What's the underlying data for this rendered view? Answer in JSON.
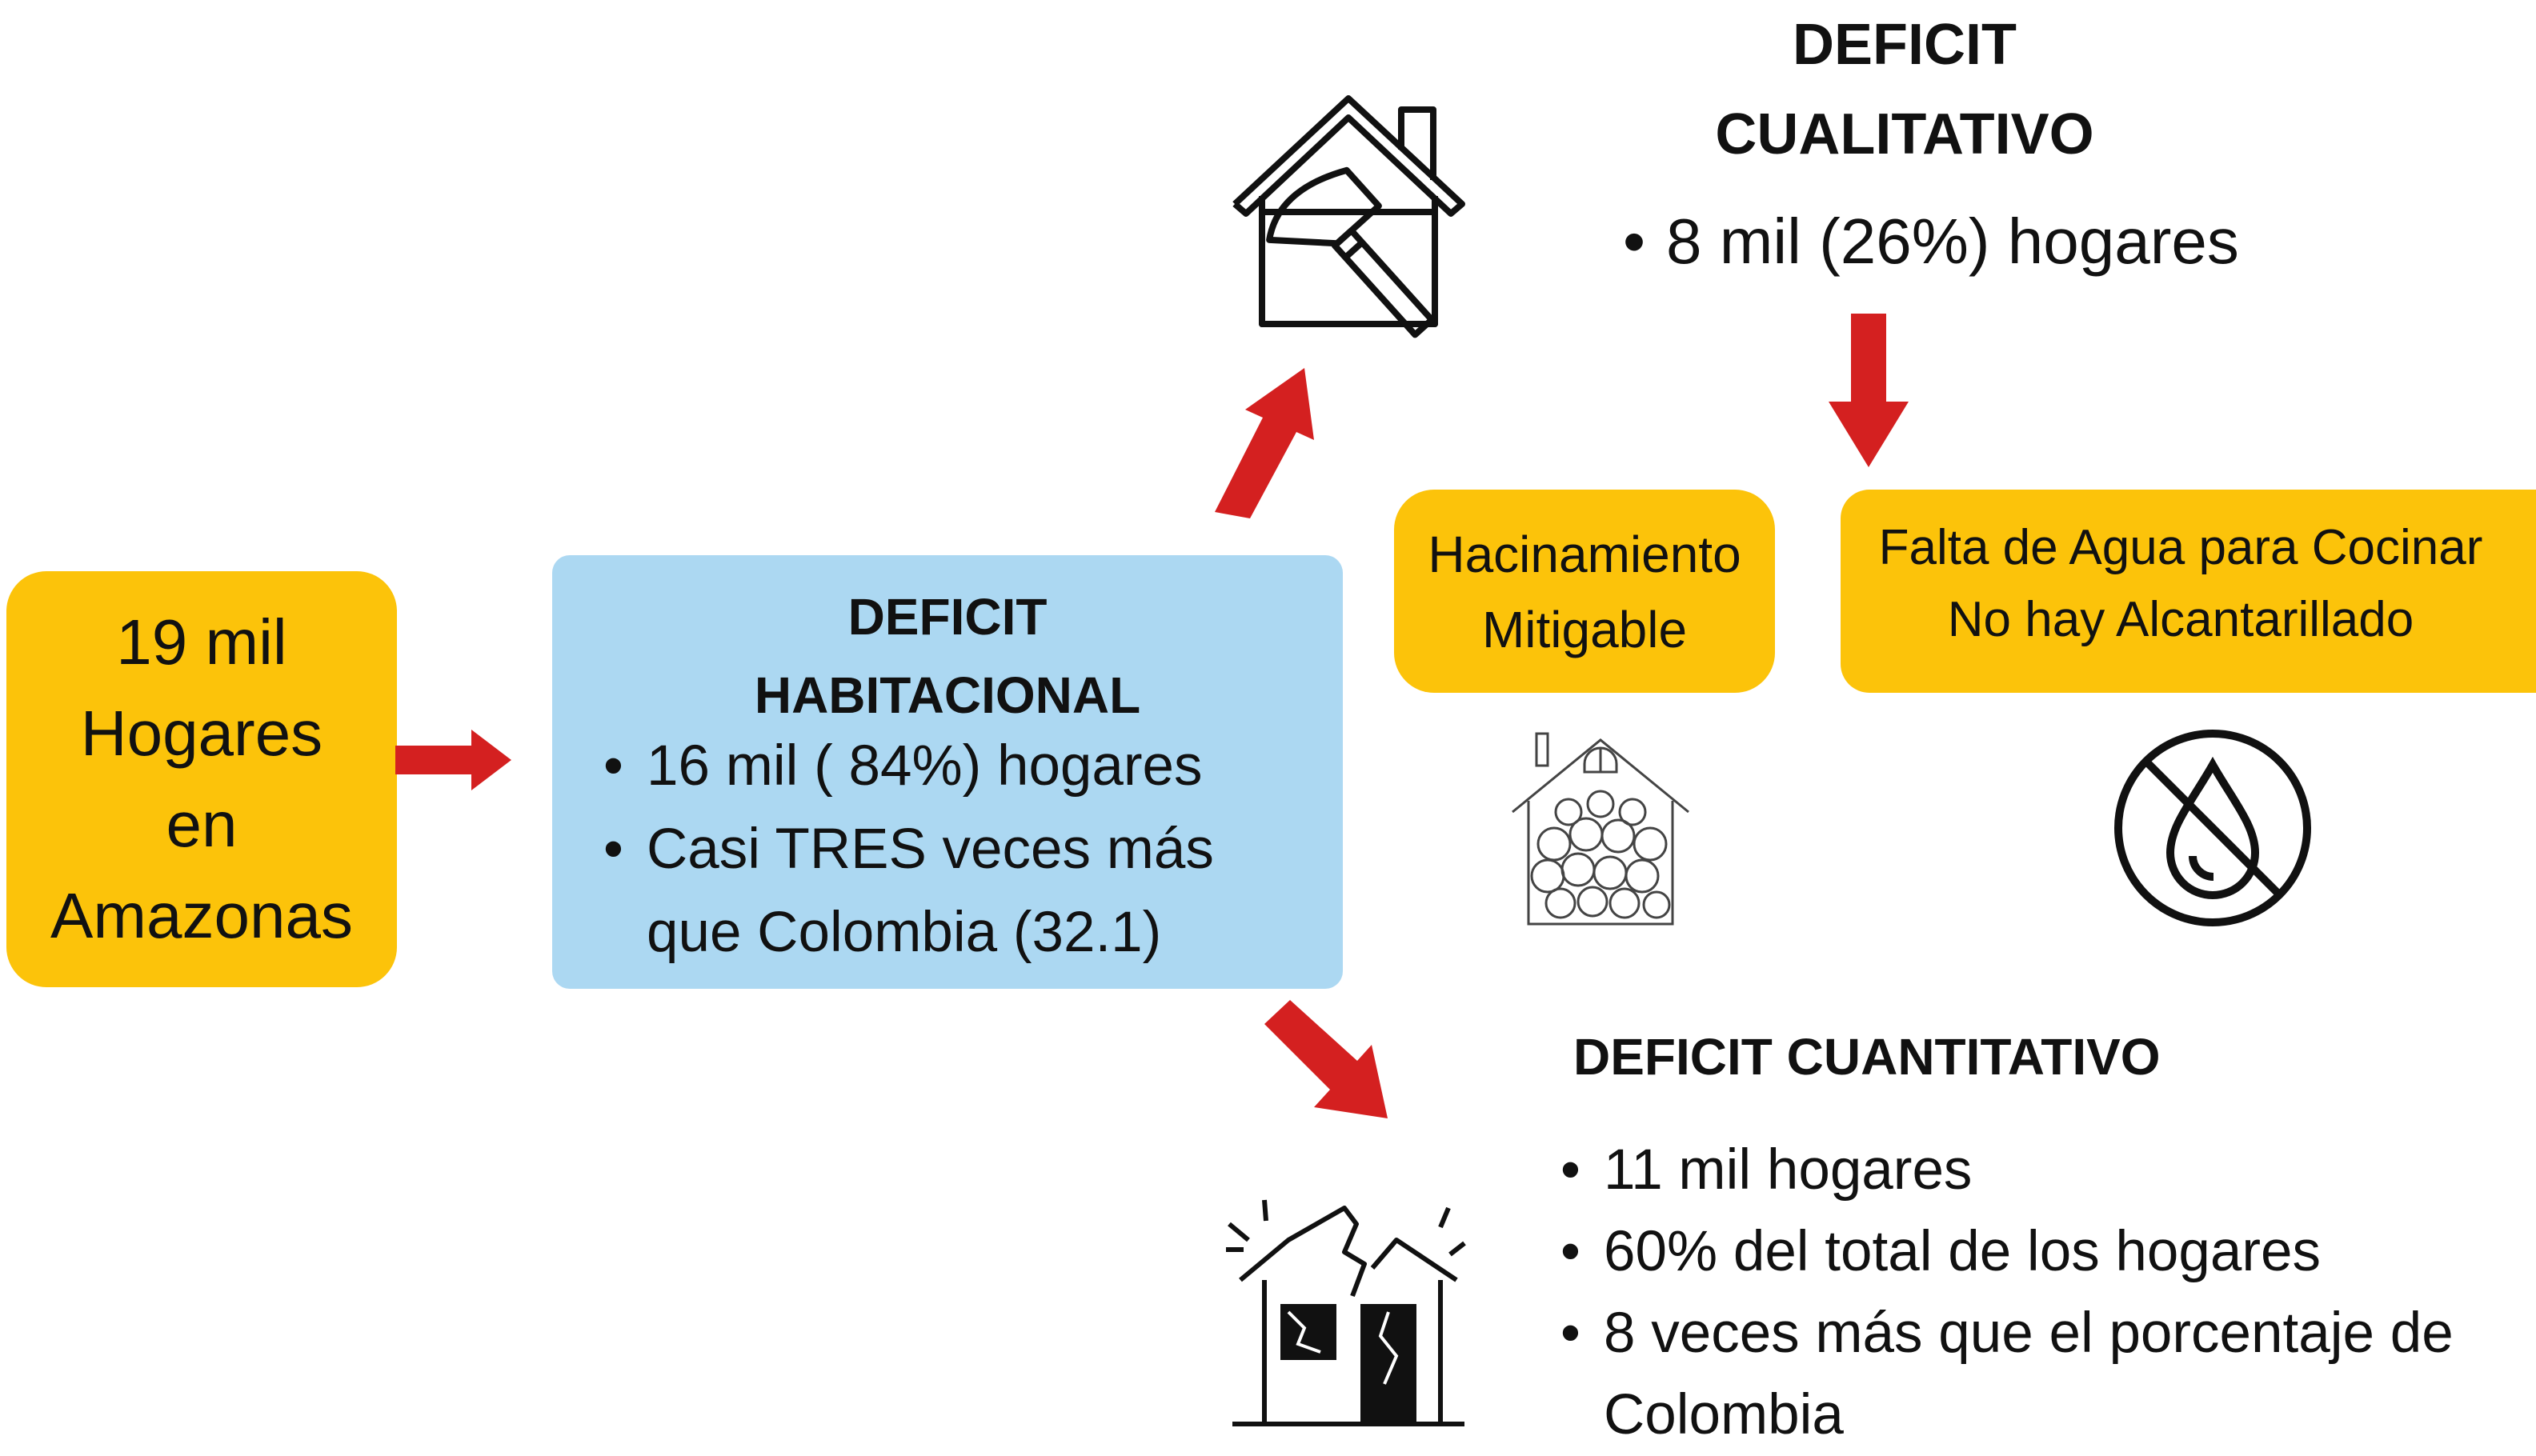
{
  "start": {
    "line1": "19 mil",
    "line2": "Hogares",
    "line3": "en",
    "line4": "Amazonas"
  },
  "habitacional": {
    "title_line1": "DEFICIT",
    "title_line2": "HABITACIONAL",
    "bullets": [
      "16 mil ( 84%) hogares",
      "Casi TRES veces más",
      "que Colombia (32.1)"
    ]
  },
  "cualitativo": {
    "title_line1": "DEFICIT",
    "title_line2": "CUALITATIVO",
    "bullets": [
      "8 mil (26%) hogares"
    ]
  },
  "hacinamiento": {
    "line1": "Hacinamiento",
    "line2": "Mitigable"
  },
  "agua": {
    "line1": "Falta de Agua para Cocinar",
    "line2": "No hay Alcantarillado"
  },
  "cuantitativo": {
    "title": "DEFICIT CUANTITATIVO",
    "bullets": [
      "11 mil hogares",
      "60% del total de los hogares",
      "8 veces más que el porcentaje de",
      "Colombia"
    ]
  },
  "colors": {
    "yellow": "#fcc30a",
    "blue": "#acd8f2",
    "arrow_red": "#d42020",
    "text": "#111111"
  },
  "icons": [
    "house-repair-hammer-icon",
    "crowded-house-icon",
    "no-water-drop-icon",
    "broken-house-icon"
  ]
}
